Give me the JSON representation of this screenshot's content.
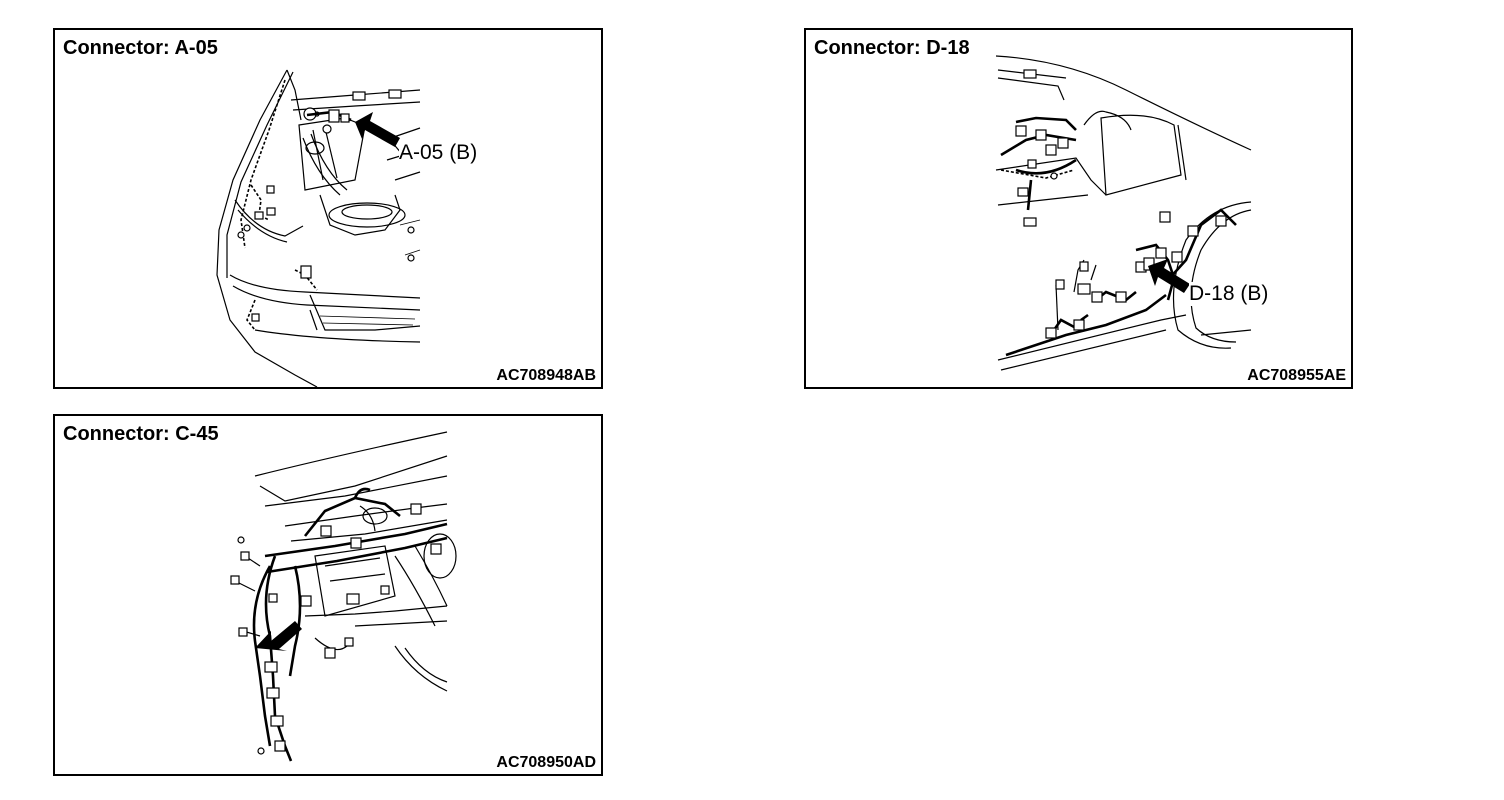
{
  "panels": [
    {
      "title": "Connector: A-05",
      "callout": "A-05 (B)",
      "code": "AC708948AB"
    },
    {
      "title": "Connector: D-18",
      "callout": "D-18 (B)",
      "code": "AC708955AE"
    },
    {
      "title": "Connector: C-45",
      "callout": "",
      "code": "AC708950AD"
    }
  ]
}
